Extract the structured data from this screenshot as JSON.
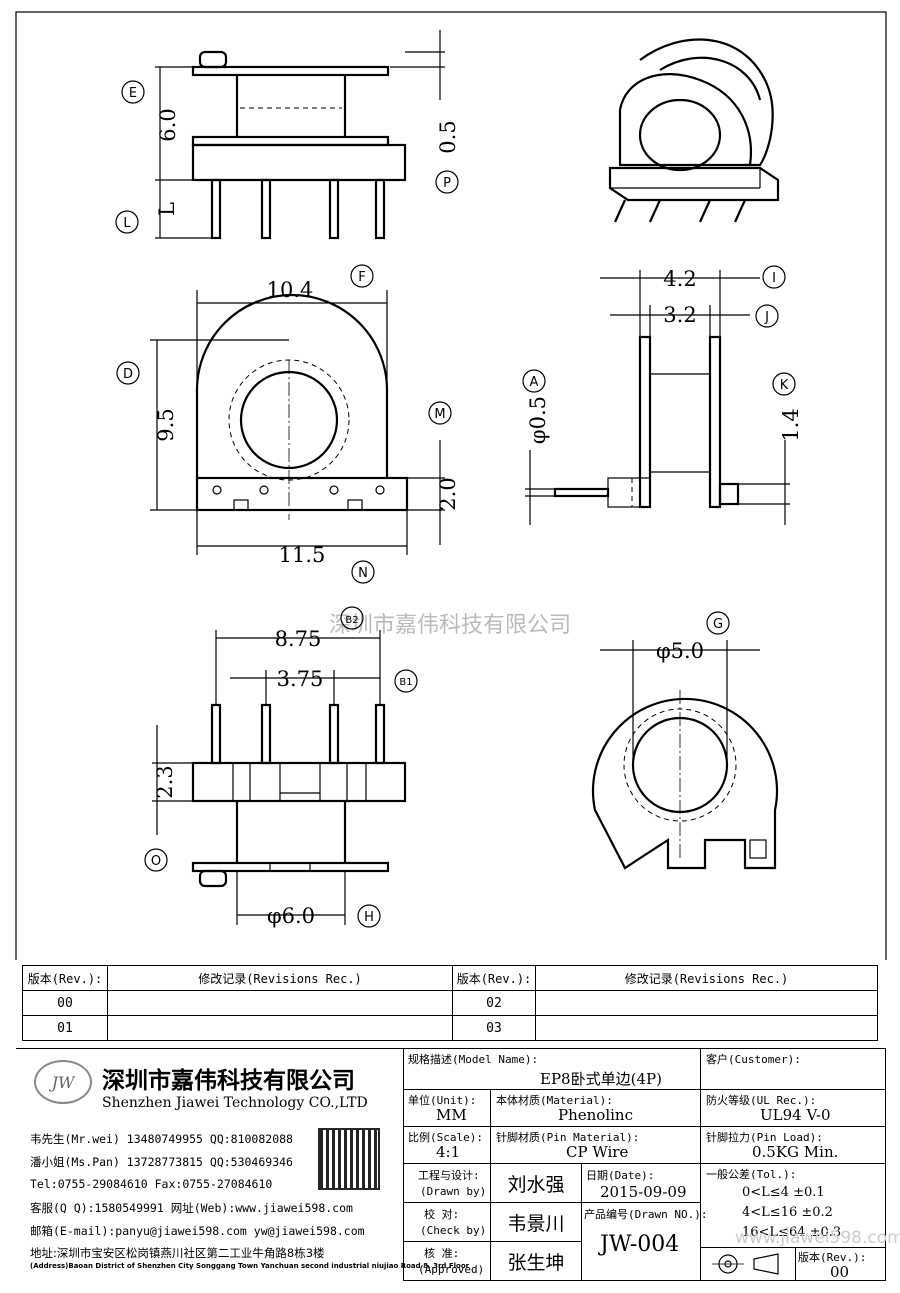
{
  "watermark": "深圳市嘉伟科技有限公司",
  "callouts": {
    "E": "E",
    "L": "L",
    "P": "P",
    "F": "F",
    "D": "D",
    "M": "M",
    "N": "N",
    "I": "I",
    "J": "J",
    "A": "A",
    "K": "K",
    "B2": "B2",
    "B1": "B1",
    "O": "O",
    "H": "H",
    "G": "G"
  },
  "dimensions": {
    "e": "6.0",
    "p": "0.5",
    "l": "L",
    "f": "10.4",
    "d": "9.5",
    "m": "2.0",
    "n": "11.5",
    "i": "4.2",
    "j": "3.2",
    "a": "φ0.5",
    "k": "1.4",
    "b2": "8.75",
    "b1": "3.75",
    "o": "2.3",
    "h": "φ6.0",
    "g": "φ5.0"
  },
  "revisions": {
    "rev_header": "版本(Rev.):",
    "rec_header": "修改记录(Revisions Rec.)",
    "rows": [
      [
        "00",
        "02"
      ],
      [
        "01",
        "03"
      ]
    ]
  },
  "company": {
    "logo": "JW",
    "name_cn": "深圳市嘉伟科技有限公司",
    "name_en": "Shenzhen Jiawei Technology CO.,LTD",
    "contacts": [
      "韦先生(Mr.wei) 13480749955 QQ:810082088",
      "潘小姐(Ms.Pan) 13728773815 QQ:530469346",
      "Tel:0755-29084610      Fax:0755-27084610",
      "客服(Q Q):1580549991   网址(Web):www.jiawei598.com",
      "邮箱(E-mail):panyu@jiawei598.com  yw@jiawei598.com"
    ],
    "address_cn": "地址:深圳市宝安区松岗镇燕川社区第二工业牛角路8栋3楼",
    "address_en": "(Address)Baoan District of Shenzhen City Songgang Town Yanchuan  second industrial niujiao Road 8, 3rd Floor"
  },
  "info": {
    "model_label": "规格描述(Model Name):",
    "model": "EP8卧式单边(4P)",
    "customer_label": "客户(Customer):",
    "customer": "",
    "unit_label": "单位(Unit):",
    "unit": "MM",
    "material_label": "本体材质(Material):",
    "material": "Phenolinc",
    "ul_label": "防火等级(UL Rec.):",
    "ul": "UL94 V-0",
    "scale_label": "比例(Scale):",
    "scale": "4:1",
    "pin_mat_label": "针脚材质(Pin Material):",
    "pin_mat": "CP Wire",
    "pin_load_label": "针脚拉力(Pin Load):",
    "pin_load": "0.5KG Min.",
    "drawn_label": "工程与设计:",
    "drawn_sub": "(Drawn by)",
    "drawn": "刘水强",
    "date_label": "日期(Date):",
    "date": "2015-09-09",
    "check_label": "校  对:",
    "check_sub": "(Check by)",
    "check": "韦景川",
    "no_label": "产品编号(Drawn NO.):",
    "no": "JW-004",
    "appr_label": "核  准:",
    "appr_sub": "(Approved)",
    "appr": "张生坤",
    "tol_label": "一般公差(Tol.):",
    "tol": [
      "0<L≤4    ±0.1",
      "4<L≤16   ±0.2",
      "16<L≤64  ±0.3"
    ],
    "web_wm": "www.jiawei598.com",
    "rev_label": "版本(Rev.):",
    "rev": "00"
  }
}
